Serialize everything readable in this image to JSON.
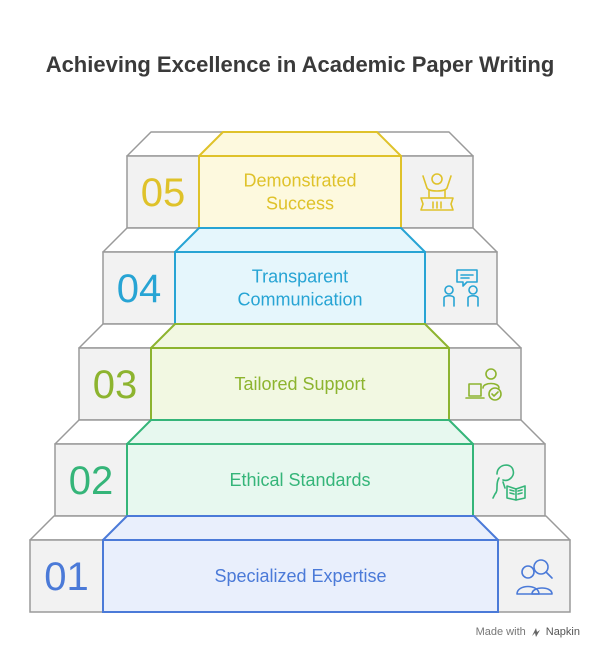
{
  "title": "Achieving Excellence in Academic Paper Writing",
  "steps": [
    {
      "number": "01",
      "label_lines": [
        "Specialized Expertise"
      ],
      "color": "#4b7ad8",
      "fill": "#e9effc",
      "icon": "people-search-icon"
    },
    {
      "number": "02",
      "label_lines": [
        "Ethical Standards"
      ],
      "color": "#35b579",
      "fill": "#e7f8ef",
      "icon": "person-reading-icon"
    },
    {
      "number": "03",
      "label_lines": [
        "Tailored Support"
      ],
      "color": "#8db42f",
      "fill": "#f2f8e2",
      "icon": "laptop-support-icon"
    },
    {
      "number": "04",
      "label_lines": [
        "Transparent",
        "Communication"
      ],
      "color": "#27a4d4",
      "fill": "#e5f6fc",
      "icon": "conversation-icon"
    },
    {
      "number": "05",
      "label_lines": [
        "Demonstrated",
        "Success"
      ],
      "color": "#dfc22a",
      "fill": "#fdf9de",
      "icon": "trophy-person-icon"
    }
  ],
  "stair_colors": {
    "face": "#f2f2f2",
    "top": "#ffffff",
    "outline": "#9a9a9a"
  },
  "footer": {
    "made_with": "Made with",
    "brand": "Napkin"
  }
}
